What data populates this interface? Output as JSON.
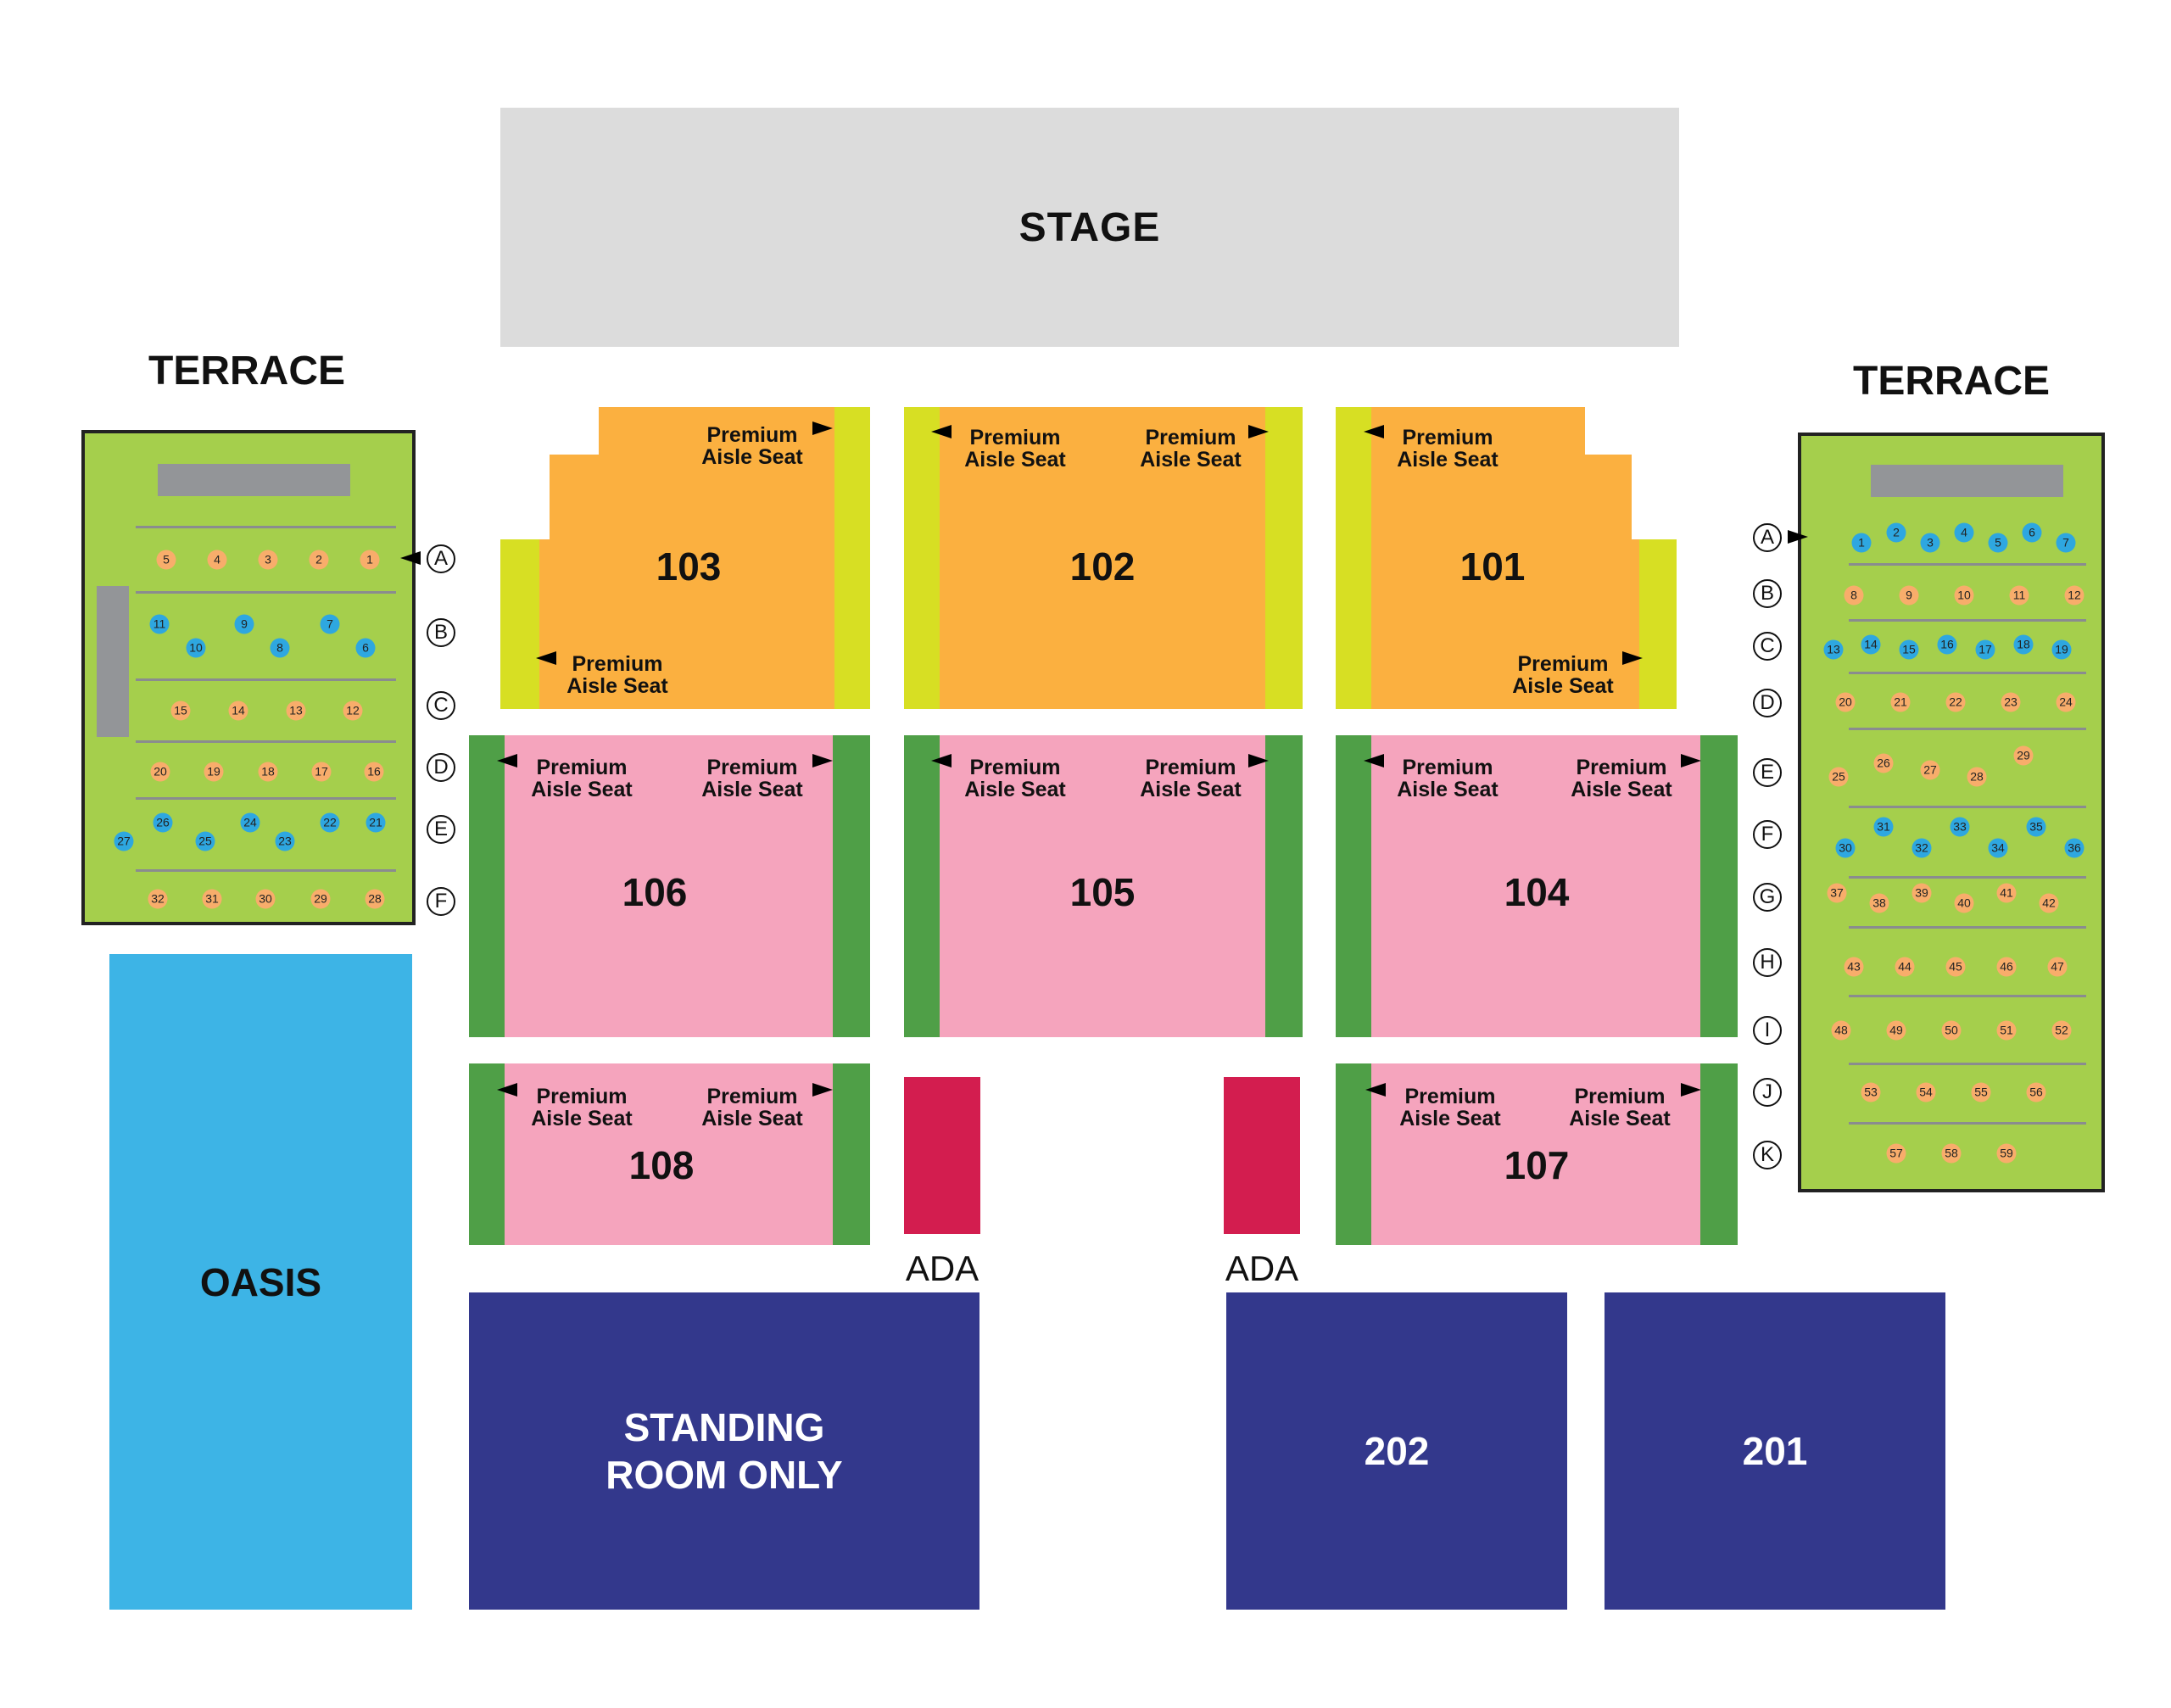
{
  "stage": {
    "label": "STAGE"
  },
  "terraces": {
    "left": {
      "title": "TERRACE",
      "rows": [
        "A",
        "B",
        "C",
        "D",
        "E",
        "F"
      ],
      "seats": [
        {
          "n": "5",
          "c": "o"
        },
        {
          "n": "4",
          "c": "o"
        },
        {
          "n": "3",
          "c": "o"
        },
        {
          "n": "2",
          "c": "o"
        },
        {
          "n": "1",
          "c": "o"
        },
        {
          "n": "11",
          "c": "b"
        },
        {
          "n": "10",
          "c": "b"
        },
        {
          "n": "9",
          "c": "b"
        },
        {
          "n": "8",
          "c": "b"
        },
        {
          "n": "7",
          "c": "b"
        },
        {
          "n": "6",
          "c": "b"
        },
        {
          "n": "15",
          "c": "o"
        },
        {
          "n": "14",
          "c": "o"
        },
        {
          "n": "13",
          "c": "o"
        },
        {
          "n": "12",
          "c": "o"
        },
        {
          "n": "20",
          "c": "o"
        },
        {
          "n": "19",
          "c": "o"
        },
        {
          "n": "18",
          "c": "o"
        },
        {
          "n": "17",
          "c": "o"
        },
        {
          "n": "16",
          "c": "o"
        },
        {
          "n": "27",
          "c": "b"
        },
        {
          "n": "26",
          "c": "b"
        },
        {
          "n": "25",
          "c": "b"
        },
        {
          "n": "24",
          "c": "b"
        },
        {
          "n": "23",
          "c": "b"
        },
        {
          "n": "22",
          "c": "b"
        },
        {
          "n": "21",
          "c": "b"
        },
        {
          "n": "32",
          "c": "o"
        },
        {
          "n": "31",
          "c": "o"
        },
        {
          "n": "30",
          "c": "o"
        },
        {
          "n": "29",
          "c": "o"
        },
        {
          "n": "28",
          "c": "o"
        }
      ]
    },
    "right": {
      "title": "TERRACE",
      "rows": [
        "A",
        "B",
        "C",
        "D",
        "E",
        "F",
        "G",
        "H",
        "I",
        "J",
        "K"
      ],
      "seats": [
        {
          "n": "1",
          "c": "b"
        },
        {
          "n": "2",
          "c": "b"
        },
        {
          "n": "3",
          "c": "b"
        },
        {
          "n": "4",
          "c": "b"
        },
        {
          "n": "5",
          "c": "b"
        },
        {
          "n": "6",
          "c": "b"
        },
        {
          "n": "7",
          "c": "b"
        },
        {
          "n": "8",
          "c": "o"
        },
        {
          "n": "9",
          "c": "o"
        },
        {
          "n": "10",
          "c": "o"
        },
        {
          "n": "11",
          "c": "o"
        },
        {
          "n": "12",
          "c": "o"
        },
        {
          "n": "13",
          "c": "b"
        },
        {
          "n": "14",
          "c": "b"
        },
        {
          "n": "15",
          "c": "b"
        },
        {
          "n": "16",
          "c": "b"
        },
        {
          "n": "17",
          "c": "b"
        },
        {
          "n": "18",
          "c": "b"
        },
        {
          "n": "19",
          "c": "b"
        },
        {
          "n": "20",
          "c": "o"
        },
        {
          "n": "21",
          "c": "o"
        },
        {
          "n": "22",
          "c": "o"
        },
        {
          "n": "23",
          "c": "o"
        },
        {
          "n": "24",
          "c": "o"
        },
        {
          "n": "25",
          "c": "o"
        },
        {
          "n": "26",
          "c": "o"
        },
        {
          "n": "27",
          "c": "o"
        },
        {
          "n": "28",
          "c": "o"
        },
        {
          "n": "29",
          "c": "o"
        },
        {
          "n": "30",
          "c": "b"
        },
        {
          "n": "31",
          "c": "b"
        },
        {
          "n": "32",
          "c": "b"
        },
        {
          "n": "33",
          "c": "b"
        },
        {
          "n": "34",
          "c": "b"
        },
        {
          "n": "35",
          "c": "b"
        },
        {
          "n": "36",
          "c": "b"
        },
        {
          "n": "37",
          "c": "o"
        },
        {
          "n": "38",
          "c": "o"
        },
        {
          "n": "39",
          "c": "o"
        },
        {
          "n": "40",
          "c": "o"
        },
        {
          "n": "41",
          "c": "o"
        },
        {
          "n": "42",
          "c": "o"
        },
        {
          "n": "43",
          "c": "o"
        },
        {
          "n": "44",
          "c": "o"
        },
        {
          "n": "45",
          "c": "o"
        },
        {
          "n": "46",
          "c": "o"
        },
        {
          "n": "47",
          "c": "o"
        },
        {
          "n": "48",
          "c": "o"
        },
        {
          "n": "49",
          "c": "o"
        },
        {
          "n": "50",
          "c": "o"
        },
        {
          "n": "51",
          "c": "o"
        },
        {
          "n": "52",
          "c": "o"
        },
        {
          "n": "53",
          "c": "o"
        },
        {
          "n": "54",
          "c": "o"
        },
        {
          "n": "55",
          "c": "o"
        },
        {
          "n": "56",
          "c": "o"
        },
        {
          "n": "57",
          "c": "o"
        },
        {
          "n": "58",
          "c": "o"
        },
        {
          "n": "59",
          "c": "o"
        }
      ]
    }
  },
  "sections": {
    "s101": "101",
    "s102": "102",
    "s103": "103",
    "s104": "104",
    "s105": "105",
    "s106": "106",
    "s107": "107",
    "s108": "108",
    "s201": "201",
    "s202": "202"
  },
  "premium": {
    "line1": "Premium",
    "line2": "Aisle Seat"
  },
  "ada": {
    "label": "ADA"
  },
  "oasis": {
    "label": "OASIS"
  },
  "standing": {
    "line1": "STANDING",
    "line2": "ROOM ONLY"
  },
  "colors": {
    "stage": "#dcdcdc",
    "premium_orange": "#fbb040",
    "premium_aisle_lime": "#d7df23",
    "pink_section": "#f5a4bd",
    "aisle_green": "#4f9f47",
    "ada_red": "#d31d4f",
    "navy_section": "#33388c",
    "oasis_cyan": "#3db4e6",
    "terrace_green": "#a5cf4c",
    "seat_orange": "#f8ad6b",
    "seat_blue": "#2ea7e0"
  }
}
